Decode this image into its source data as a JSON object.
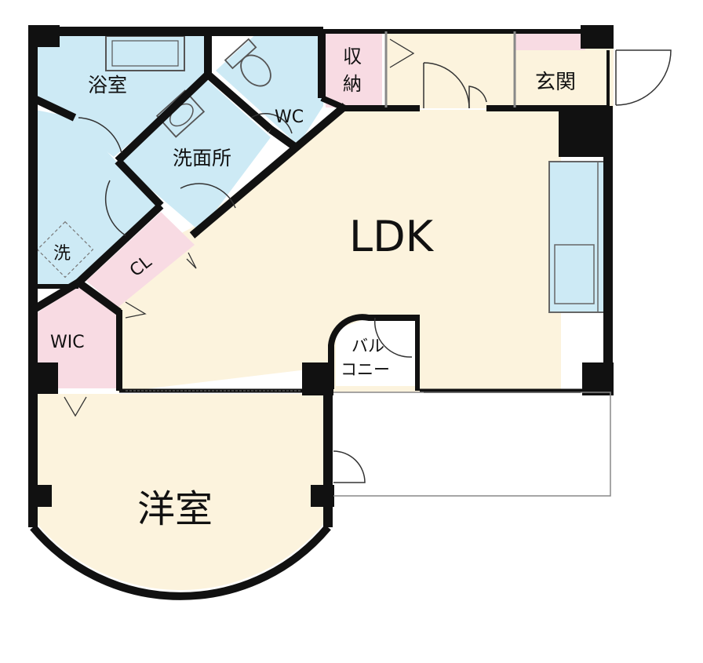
{
  "rooms": {
    "bath": "浴室",
    "washroom": "洗面所",
    "wc": "WC",
    "storage_line1": "収",
    "storage_line2": "納",
    "entrance": "玄関",
    "ldk": "LDK",
    "laundry": "洗",
    "closet": "CL",
    "wic": "WIC",
    "balcony_line1": "バル",
    "balcony_line2": "コニー",
    "western_room": "洋室"
  },
  "colors": {
    "wet_area": "#cdeaf5",
    "storage": "#f8dbe3",
    "living": "#fcf3dd",
    "wall": "#111111",
    "outline": "#777777"
  }
}
